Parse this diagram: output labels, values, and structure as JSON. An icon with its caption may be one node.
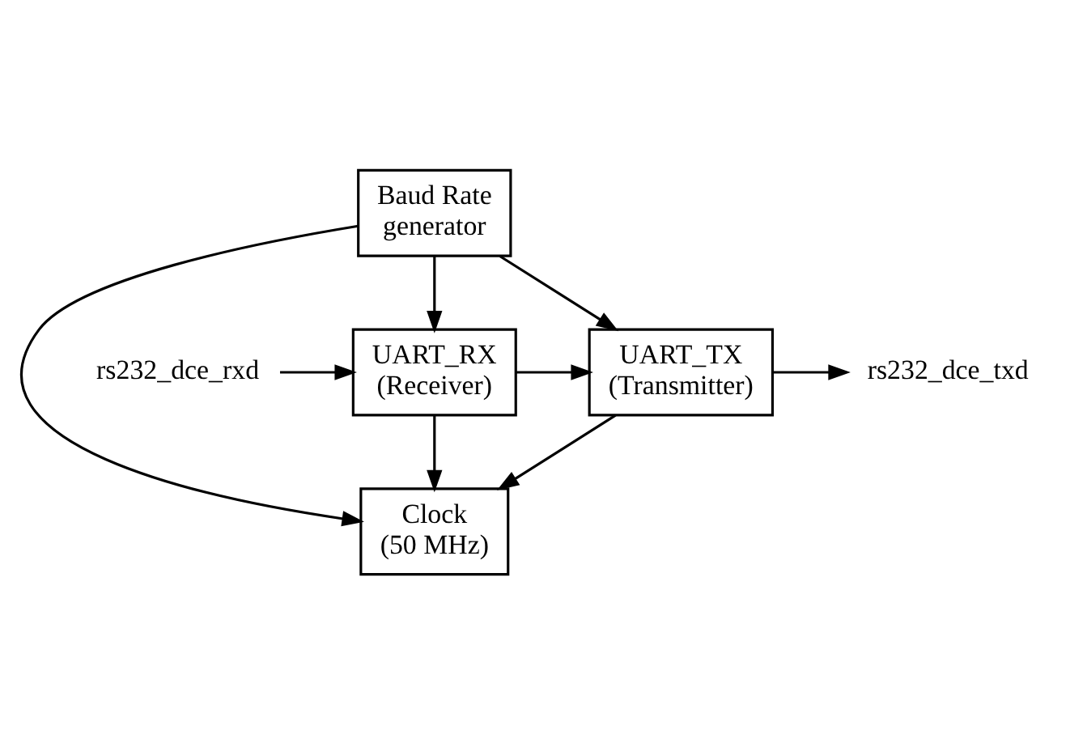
{
  "diagram": {
    "nodes": [
      {
        "text": [
          "Baud Rate generator"
        ]
      },
      {
        "text": [
          "rs232_dce_rxd"
        ]
      },
      {
        "text": [
          "UART_RX",
          "(Receiver)"
        ]
      },
      {
        "text": [
          "UART_TX",
          "(Transmitter)"
        ]
      },
      {
        "text": [
          "rs232_dce_txd"
        ]
      },
      {
        "text": [
          "Clock",
          "(50 MHz)"
        ]
      }
    ],
    "edges": [
      {
        "from": 0,
        "to": 2,
        "arrow": "to"
      },
      {
        "from": 0,
        "to": 3,
        "arrow": "to"
      },
      {
        "from": 1,
        "to": 2,
        "arrow": "to"
      },
      {
        "from": 2,
        "to": 3,
        "arrow": "to"
      },
      {
        "from": 3,
        "to": 4,
        "arrow": "to"
      },
      {
        "from": 0,
        "to": 5,
        "arrow": "to"
      },
      {
        "from": 2,
        "to": 5,
        "arrow": "to"
      },
      {
        "from": 3,
        "to": 5,
        "arrow": "to"
      }
    ]
  }
}
